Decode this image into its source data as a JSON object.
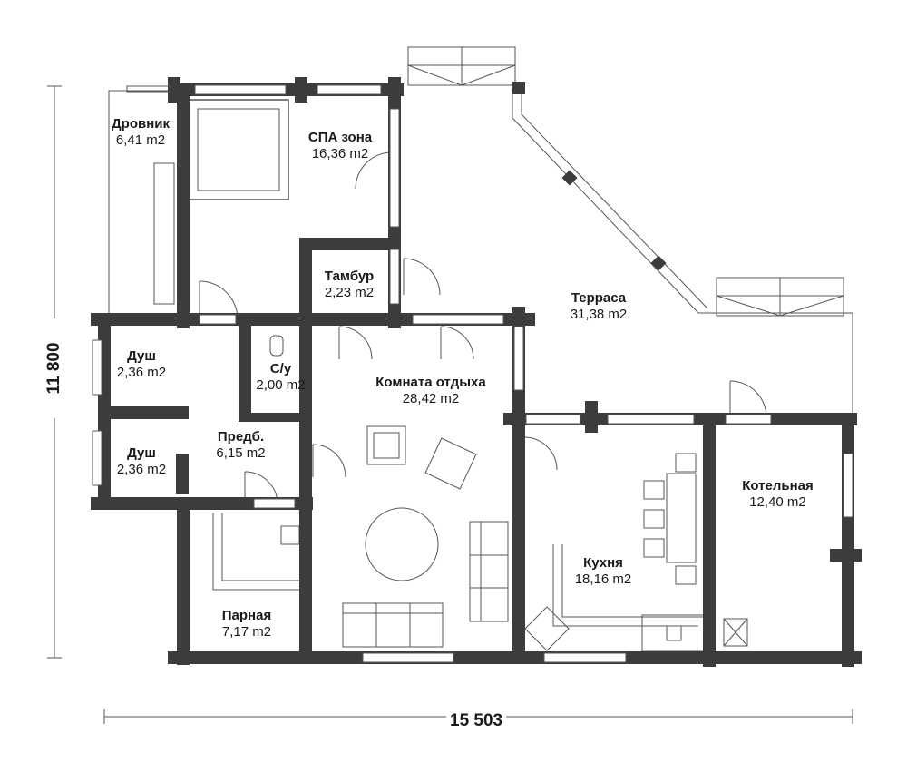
{
  "rooms": [
    {
      "name": "Дровник",
      "area": "6,41 m2"
    },
    {
      "name": "СПА зона",
      "area": "16,36 m2"
    },
    {
      "name": "Тамбур",
      "area": "2,23 m2"
    },
    {
      "name": "Терраса",
      "area": "31,38 m2"
    },
    {
      "name": "Душ",
      "area": "2,36 m2"
    },
    {
      "name": "С/у",
      "area": "2,00 m2"
    },
    {
      "name": "Комната отдыха",
      "area": "28,42 m2"
    },
    {
      "name": "Душ",
      "area": "2,36 m2"
    },
    {
      "name": "Предб.",
      "area": "6,15 m2"
    },
    {
      "name": "Котельная",
      "area": "12,40 m2"
    },
    {
      "name": "Кухня",
      "area": "18,16 m2"
    },
    {
      "name": "Парная",
      "area": "7,17 m2"
    }
  ],
  "dimensions": {
    "width": "15 503",
    "height": "11 800"
  },
  "colors": {
    "wall": "#3c3c3c",
    "line": "#444444",
    "background": "#ffffff"
  }
}
